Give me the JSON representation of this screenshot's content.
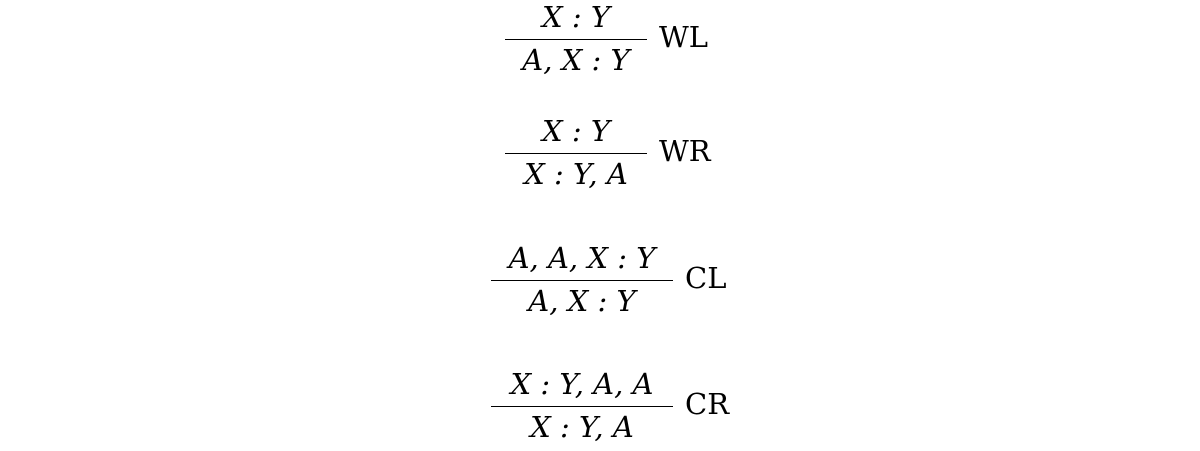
{
  "rules": [
    {
      "premise": "X : Y",
      "conclusion": "A, X : Y",
      "name": "WL"
    },
    {
      "premise": "X : Y",
      "conclusion": "X : Y, A",
      "name": "WR"
    },
    {
      "premise": "A, A, X : Y",
      "conclusion": "A, X : Y",
      "name": "CL"
    },
    {
      "premise": "X : Y, A, A",
      "conclusion": "X : Y, A",
      "name": "CR"
    }
  ]
}
